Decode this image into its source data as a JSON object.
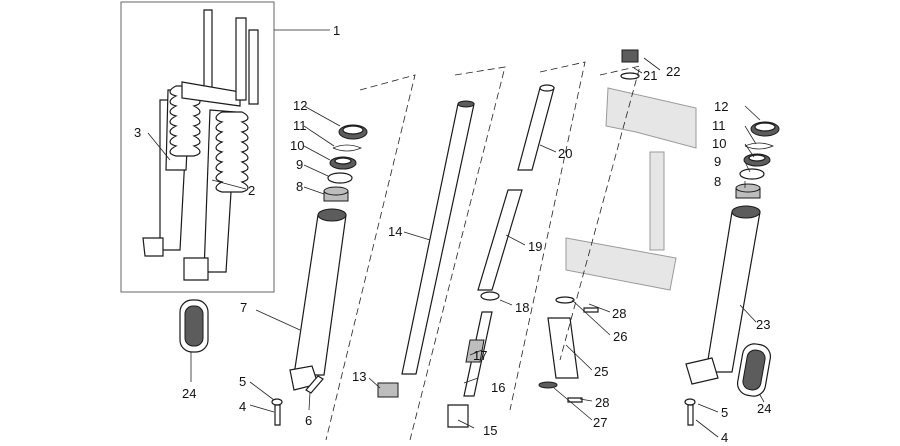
{
  "callouts": [
    {
      "id": "c1",
      "label": "1"
    },
    {
      "id": "c2",
      "label": "2"
    },
    {
      "id": "c3",
      "label": "3"
    },
    {
      "id": "c4a",
      "label": "4"
    },
    {
      "id": "c4b",
      "label": "4"
    },
    {
      "id": "c5a",
      "label": "5"
    },
    {
      "id": "c5b",
      "label": "5"
    },
    {
      "id": "c6",
      "label": "6"
    },
    {
      "id": "c7",
      "label": "7"
    },
    {
      "id": "c8a",
      "label": "8"
    },
    {
      "id": "c8b",
      "label": "8"
    },
    {
      "id": "c9a",
      "label": "9"
    },
    {
      "id": "c9b",
      "label": "9"
    },
    {
      "id": "c10a",
      "label": "10"
    },
    {
      "id": "c10b",
      "label": "10"
    },
    {
      "id": "c11a",
      "label": "11"
    },
    {
      "id": "c11b",
      "label": "11"
    },
    {
      "id": "c12a",
      "label": "12"
    },
    {
      "id": "c12b",
      "label": "12"
    },
    {
      "id": "c13",
      "label": "13"
    },
    {
      "id": "c14",
      "label": "14"
    },
    {
      "id": "c15",
      "label": "15"
    },
    {
      "id": "c16",
      "label": "16"
    },
    {
      "id": "c17",
      "label": "17"
    },
    {
      "id": "c18",
      "label": "18"
    },
    {
      "id": "c19",
      "label": "19"
    },
    {
      "id": "c20",
      "label": "20"
    },
    {
      "id": "c21",
      "label": "21"
    },
    {
      "id": "c22",
      "label": "22"
    },
    {
      "id": "c23",
      "label": "23"
    },
    {
      "id": "c24a",
      "label": "24"
    },
    {
      "id": "c24b",
      "label": "24"
    },
    {
      "id": "c25",
      "label": "25"
    },
    {
      "id": "c26",
      "label": "26"
    },
    {
      "id": "c27",
      "label": "27"
    },
    {
      "id": "c28a",
      "label": "28"
    },
    {
      "id": "c28b",
      "label": "28"
    }
  ]
}
